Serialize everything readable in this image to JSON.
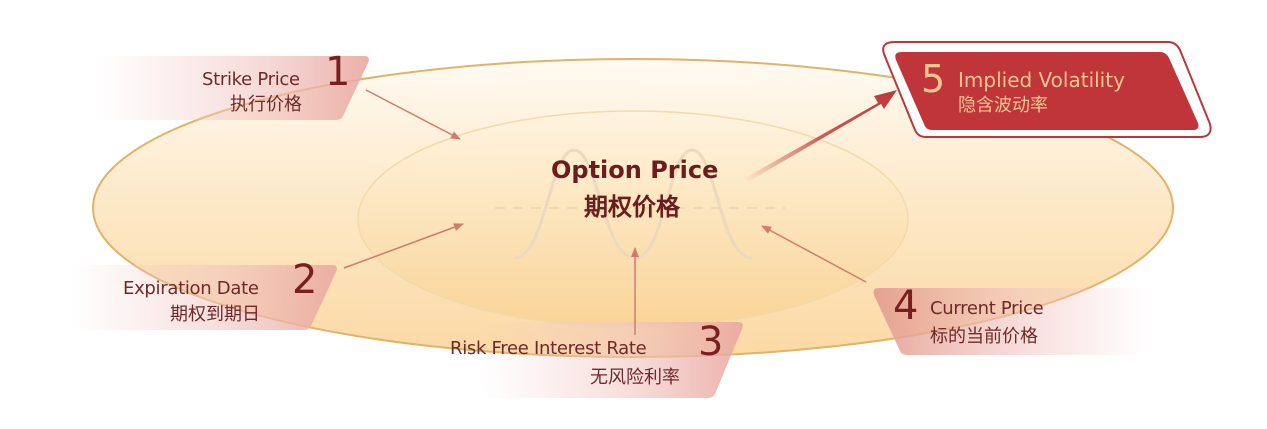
{
  "center": {
    "title_en": "Option Price",
    "title_cn": "期权价格"
  },
  "factors": [
    {
      "number": "1",
      "label_en": "Strike Price",
      "label_cn": "执行价格"
    },
    {
      "number": "2",
      "label_en": "Expiration Date",
      "label_cn": "期权到期日"
    },
    {
      "number": "3",
      "label_en": "Risk Free Interest Rate",
      "label_cn": "无风险利率"
    },
    {
      "number": "4",
      "label_en": "Current Price",
      "label_cn": "标的当前价格"
    }
  ],
  "output": {
    "number": "5",
    "label_en": "Implied Volatility",
    "label_cn": "隐含波动率"
  },
  "colors": {
    "outer_ellipse_fill": "#fde2b4",
    "outer_ellipse_stroke": "#e0b060",
    "inner_ellipse_fill": "#fbd9a0",
    "text_dark": "#6b1c1c",
    "highlight_red": "#c0353a",
    "highlight_text": "#f6c58f",
    "arrow": "#d27a6e"
  }
}
